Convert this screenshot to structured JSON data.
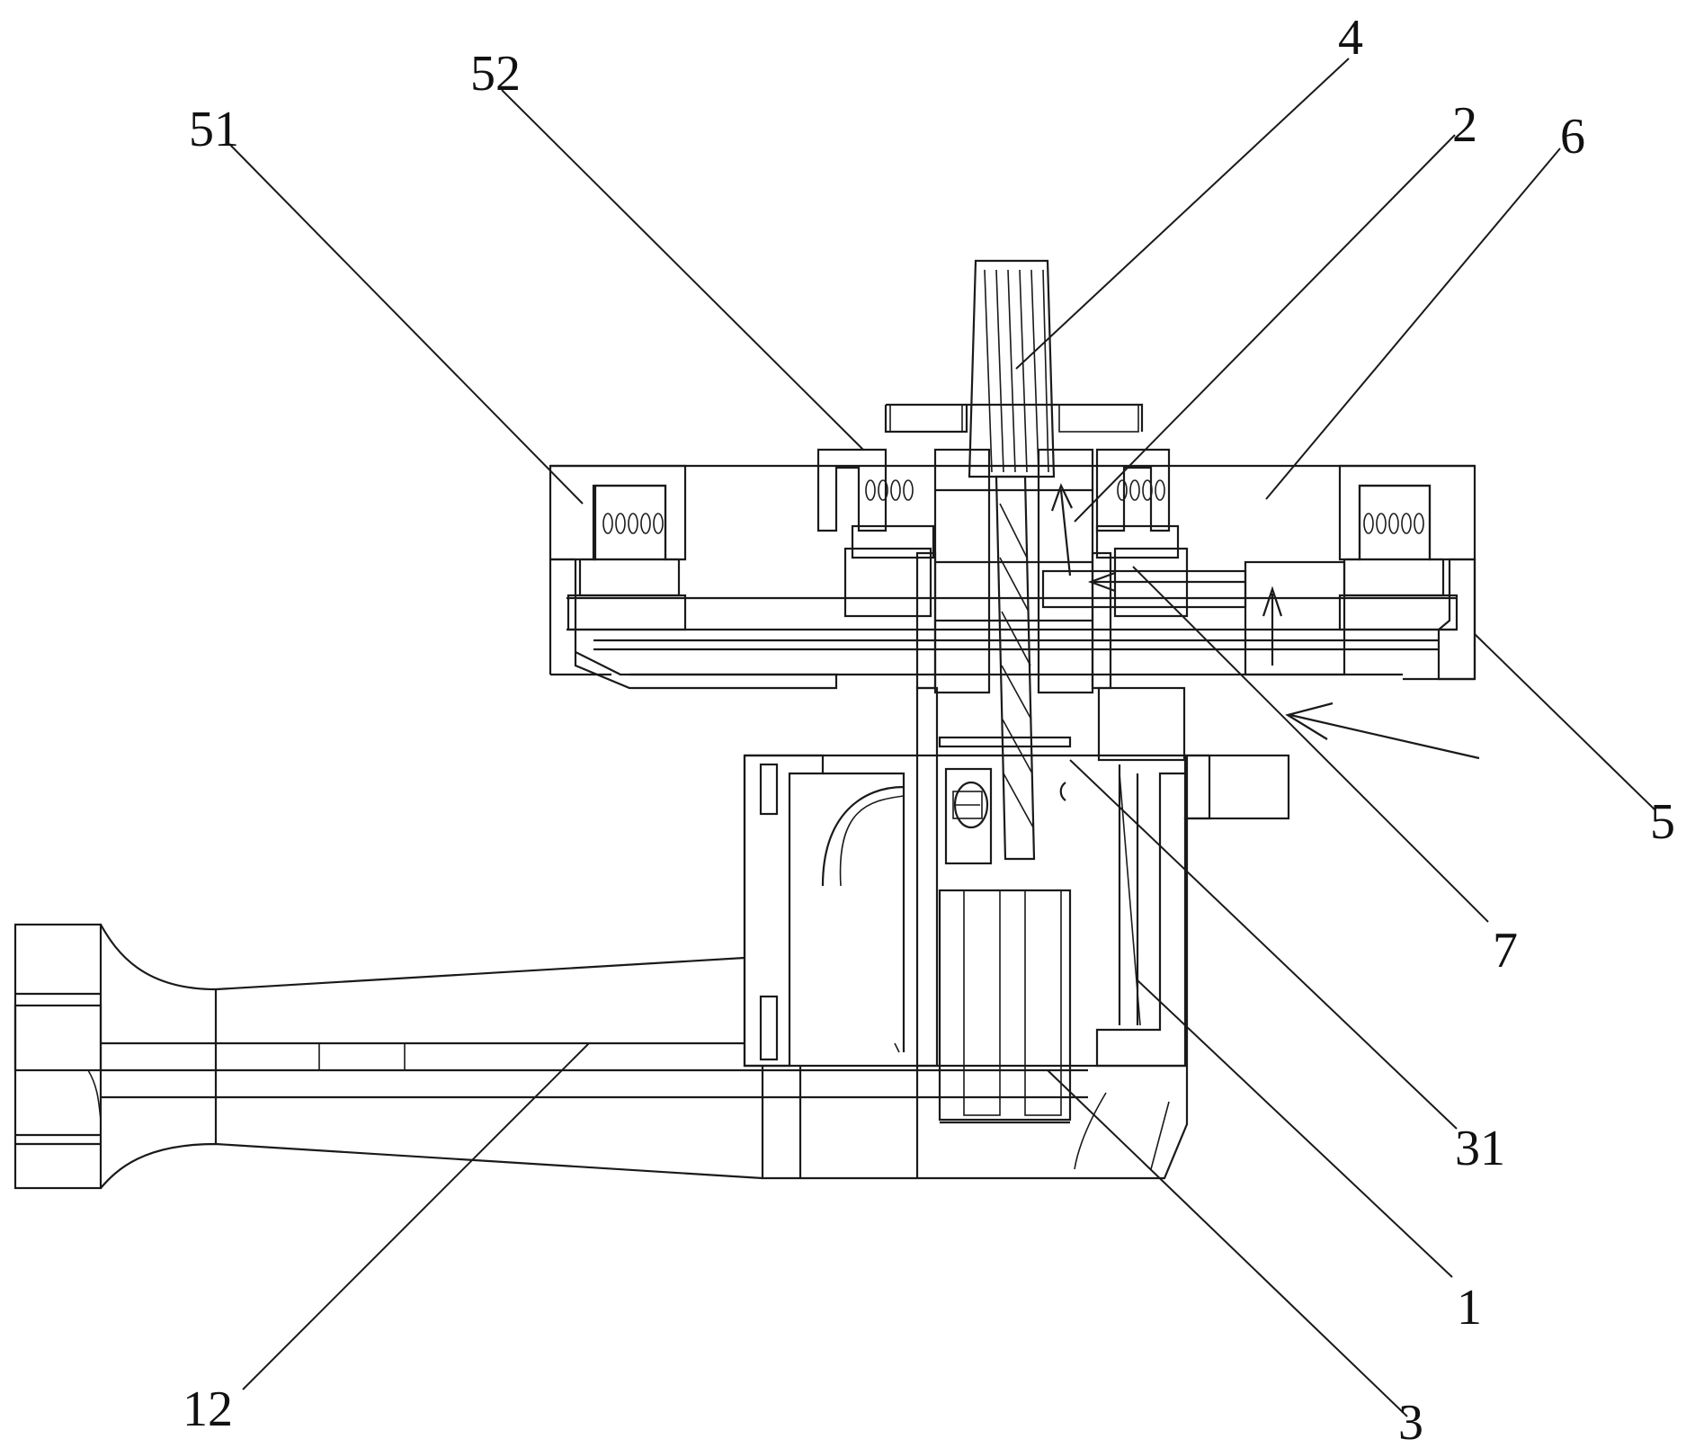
{
  "labels": {
    "l51": "51",
    "l52": "52",
    "l4": "4",
    "l2": "2",
    "l6": "6",
    "l5": "5",
    "l7": "7",
    "l31": "31",
    "l1": "1",
    "l3": "3",
    "l12": "12"
  }
}
